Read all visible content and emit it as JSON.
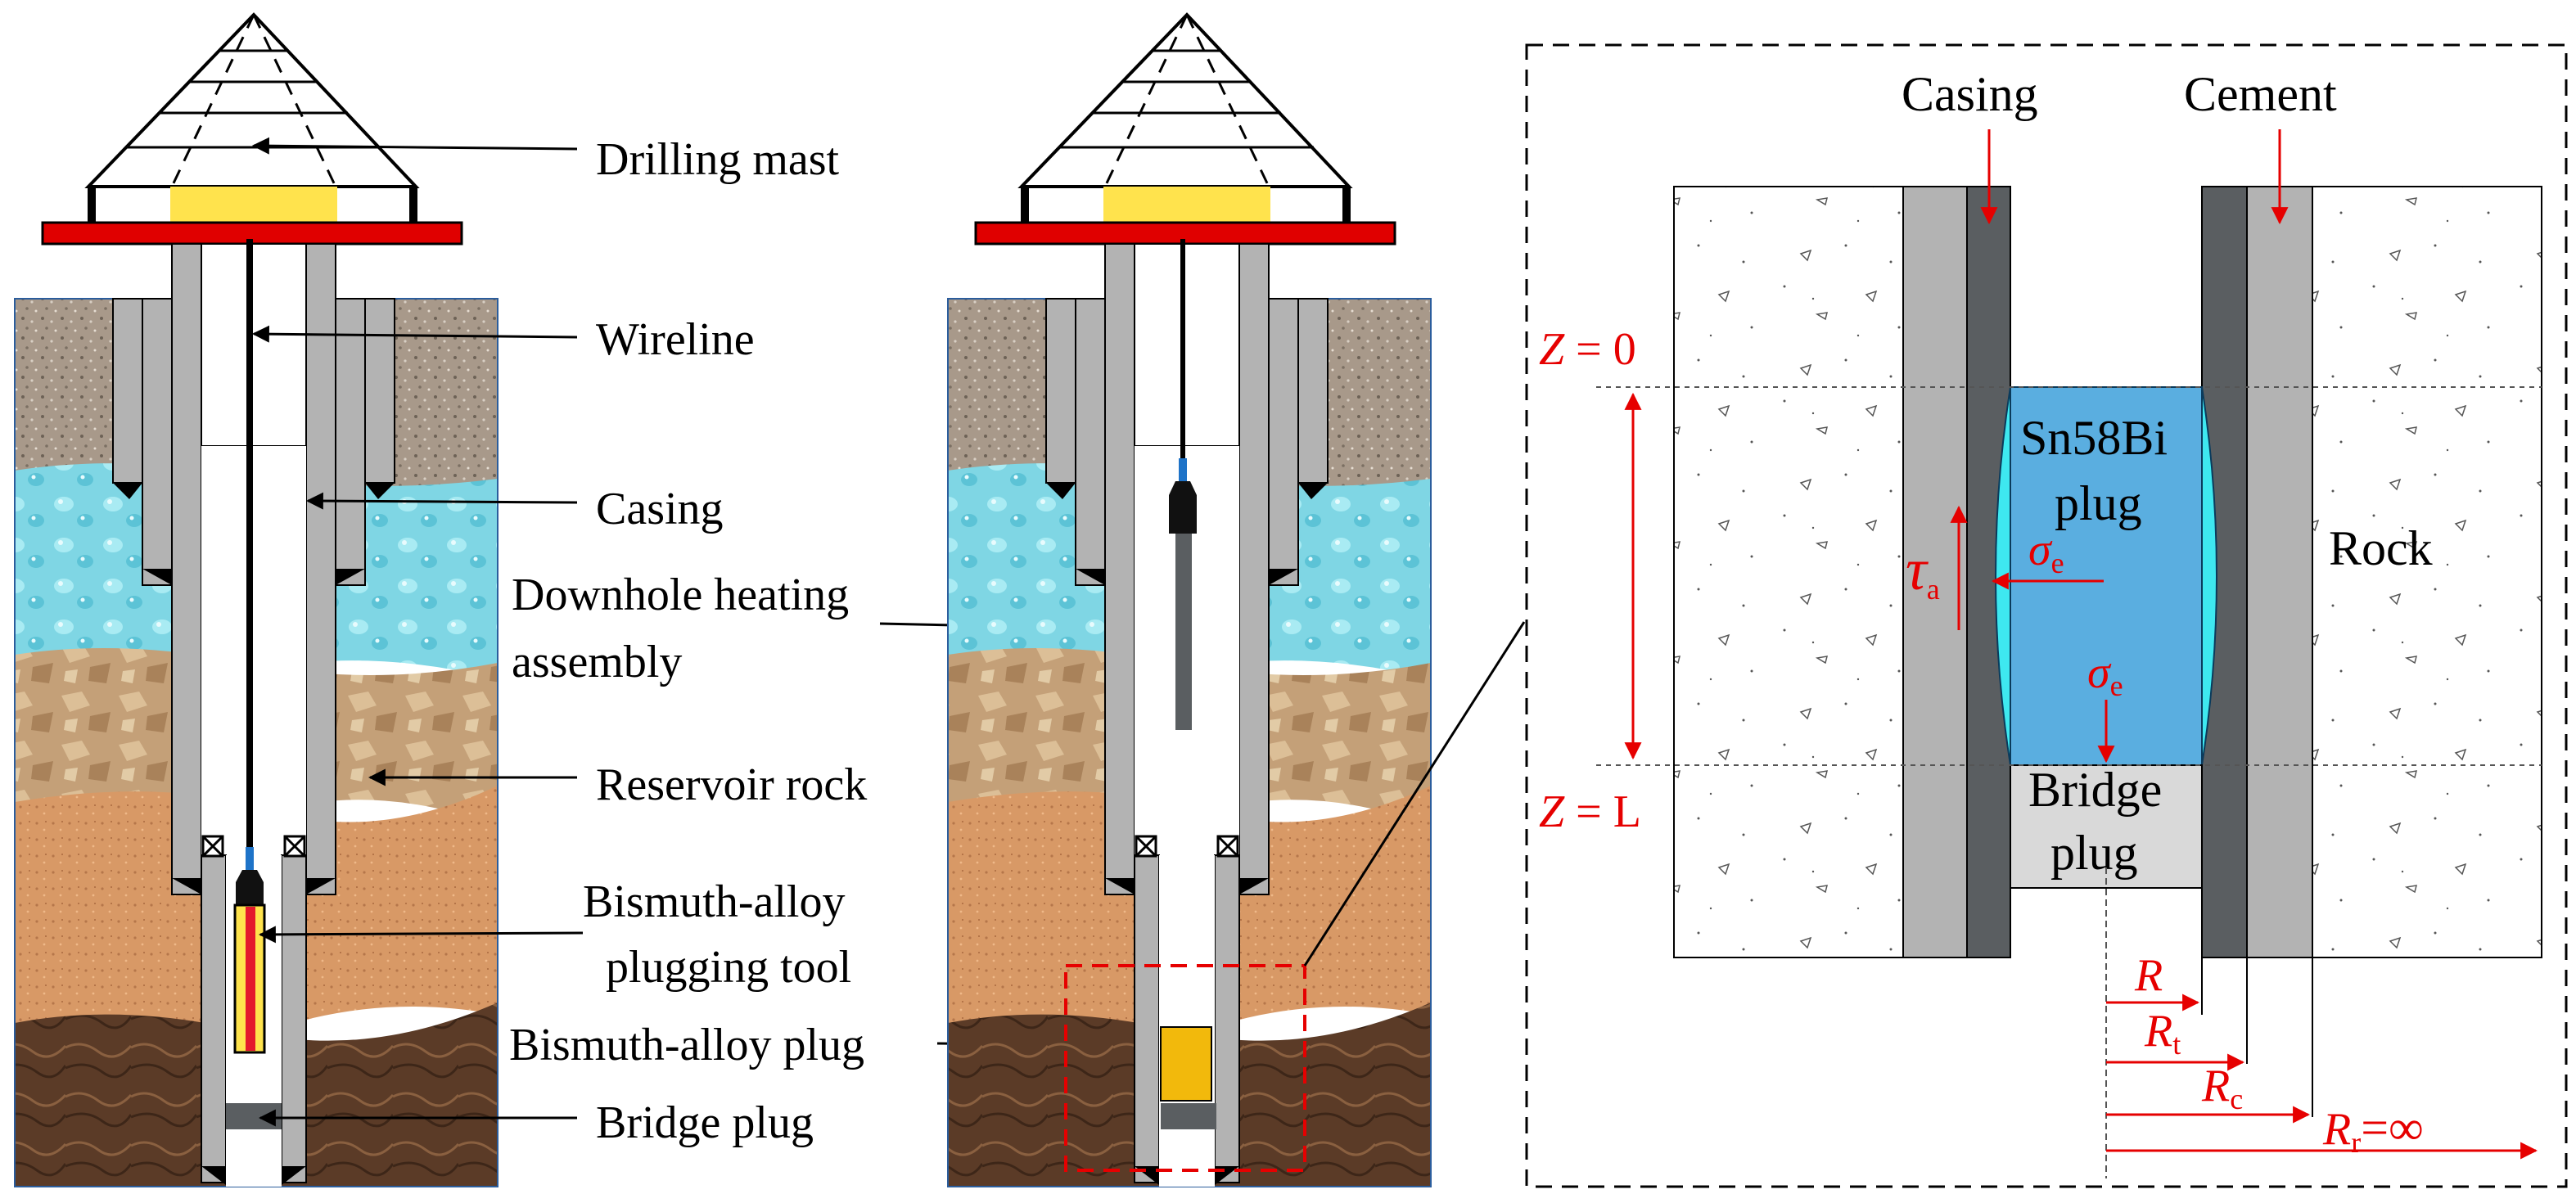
{
  "labels": {
    "drilling_mast": "Drilling mast",
    "wireline": "Wireline",
    "casing": "Casing",
    "downhole_heating_1": "Downhole heating",
    "downhole_heating_2": "assembly",
    "reservoir_rock": "Reservoir rock",
    "bismuth_tool_1": "Bismuth-alloy",
    "bismuth_tool_2": "plugging tool",
    "bismuth_plug": "Bismuth-alloy plug",
    "bridge_plug": "Bridge plug"
  },
  "detail": {
    "casing": "Casing",
    "cement": "Cement",
    "rock": "Rock",
    "plug_1": "Sn58Bi",
    "plug_2": "plug",
    "bridge_1": "Bridge",
    "bridge_2": "plug",
    "z0_var": "Z",
    "z0_rest": " = 0",
    "zl_var": "Z",
    "zl_rest": " = L",
    "tau": "τ",
    "tau_sub": "a",
    "sigma": "σ",
    "sigma_sub": "e",
    "r_var": "R",
    "rt_var": "R",
    "rt_sub": "t",
    "rc_var": "R",
    "rc_sub": "c",
    "rr_var": "R",
    "rr_sub": "r",
    "rr_rest": "=∞"
  },
  "colors": {
    "accent_red": "#e60000",
    "mast_platform": "#e00000",
    "yellow": "#ffe34d",
    "plug_blue": "#5aaee0",
    "cyan": "#3ee8f0",
    "casing_grey": "#b3b3b3",
    "dark_grey": "#5a5e61",
    "water": "#7fd8e6",
    "soil": "#a89a8a",
    "sand_rock": "#c9a57a",
    "orange_rock": "#d99a6a",
    "dark_rock": "#5a3a28"
  }
}
